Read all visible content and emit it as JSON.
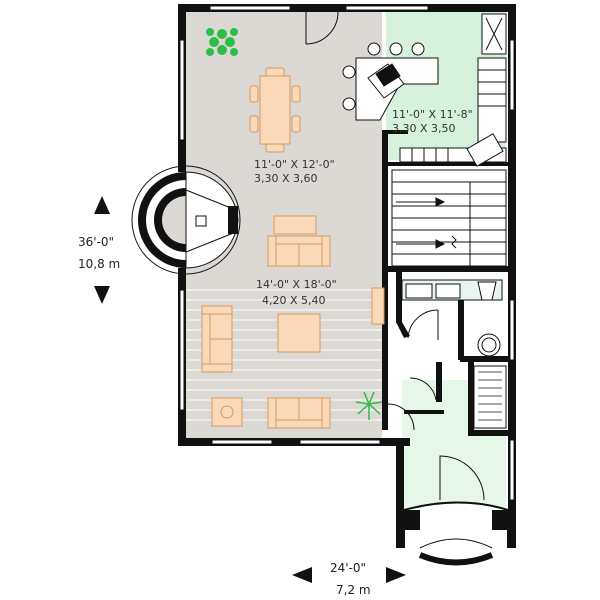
{
  "colors": {
    "wall": "#111111",
    "living_floor": "#dcd8d4",
    "kitchen_floor": "#d6f2dc",
    "entry_floor": "#e6f6e8",
    "furniture_fill": "#fbd9b8",
    "furniture_stroke": "#d39a64",
    "plant": "#2dbd4a",
    "window": "#ffffff"
  },
  "rooms": {
    "kitchen": {
      "dim_ft": "11'-0\" X 11'-8\"",
      "dim_m": "3,30 X 3,50"
    },
    "dining": {
      "dim_ft": "11'-0\" X 12'-0\"",
      "dim_m": "3,30 X 3,60"
    },
    "living": {
      "dim_ft": "14'-0\" X 18'-0\"",
      "dim_m": "4,20 X 5,40"
    }
  },
  "overall_dimensions": {
    "depth_ft": "36'-0\"",
    "depth_m": "10,8 m",
    "width_ft": "24'-0\"",
    "width_m": "7,2 m"
  },
  "icons": [
    "arrow-up-icon",
    "arrow-down-icon",
    "arrow-left-icon",
    "arrow-right-icon",
    "plant-icon"
  ]
}
